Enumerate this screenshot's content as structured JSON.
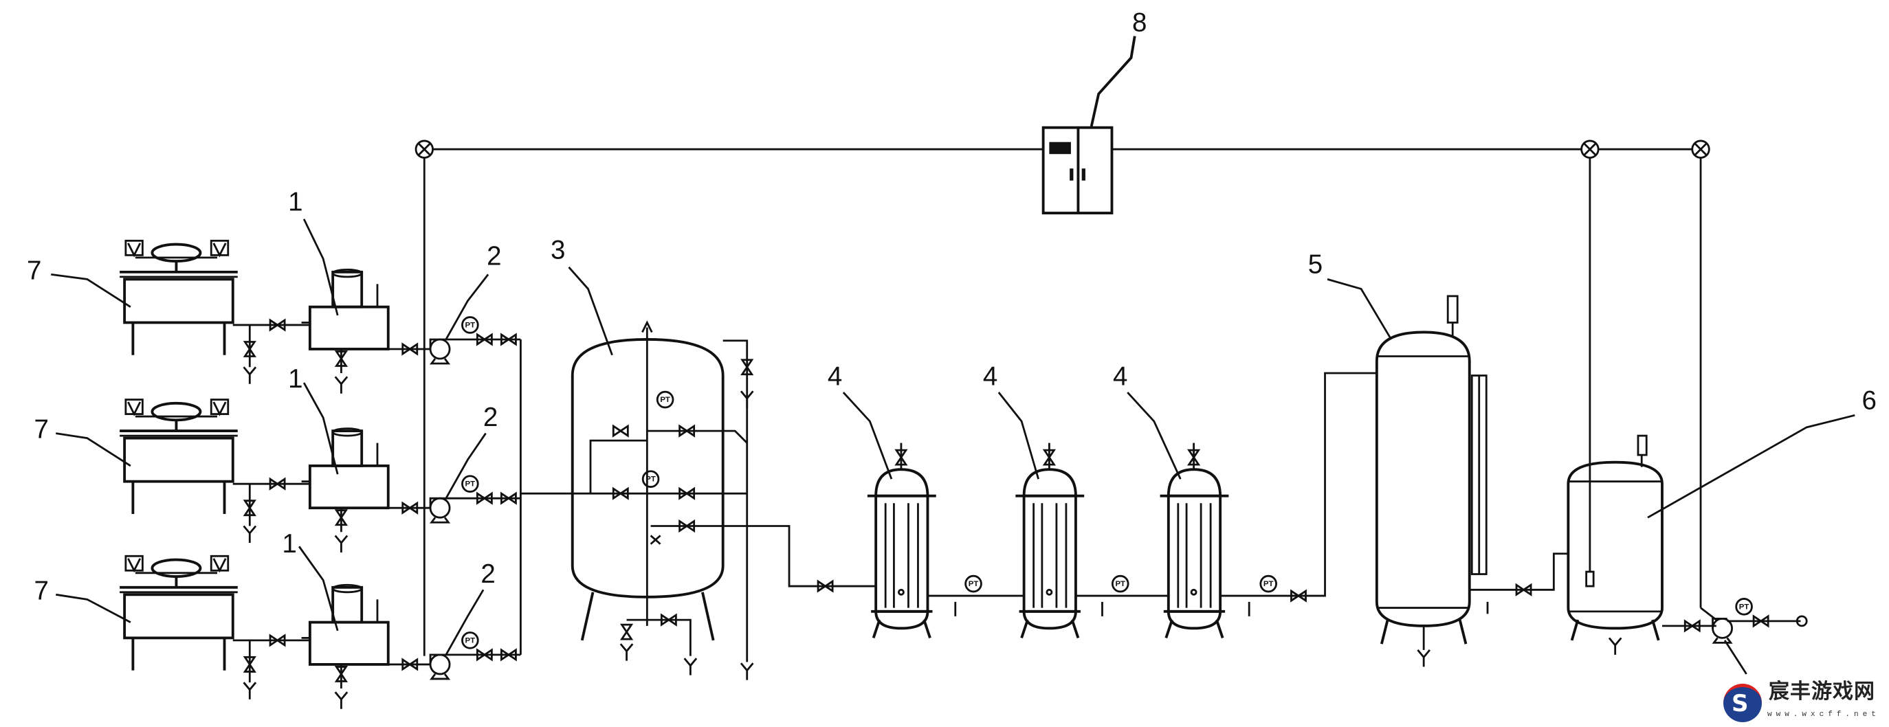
{
  "diagram": {
    "labels": {
      "mixing_units": "7",
      "tanks_small": "1",
      "pumps": "2",
      "tank_main": "3",
      "filters": "4",
      "storage_tank": "5",
      "product_tank": "6",
      "control_cabinet": "8"
    },
    "gauge_label": "PT"
  },
  "watermark": {
    "title": "宸丰游戏网",
    "url": "www.wxcff.net"
  }
}
